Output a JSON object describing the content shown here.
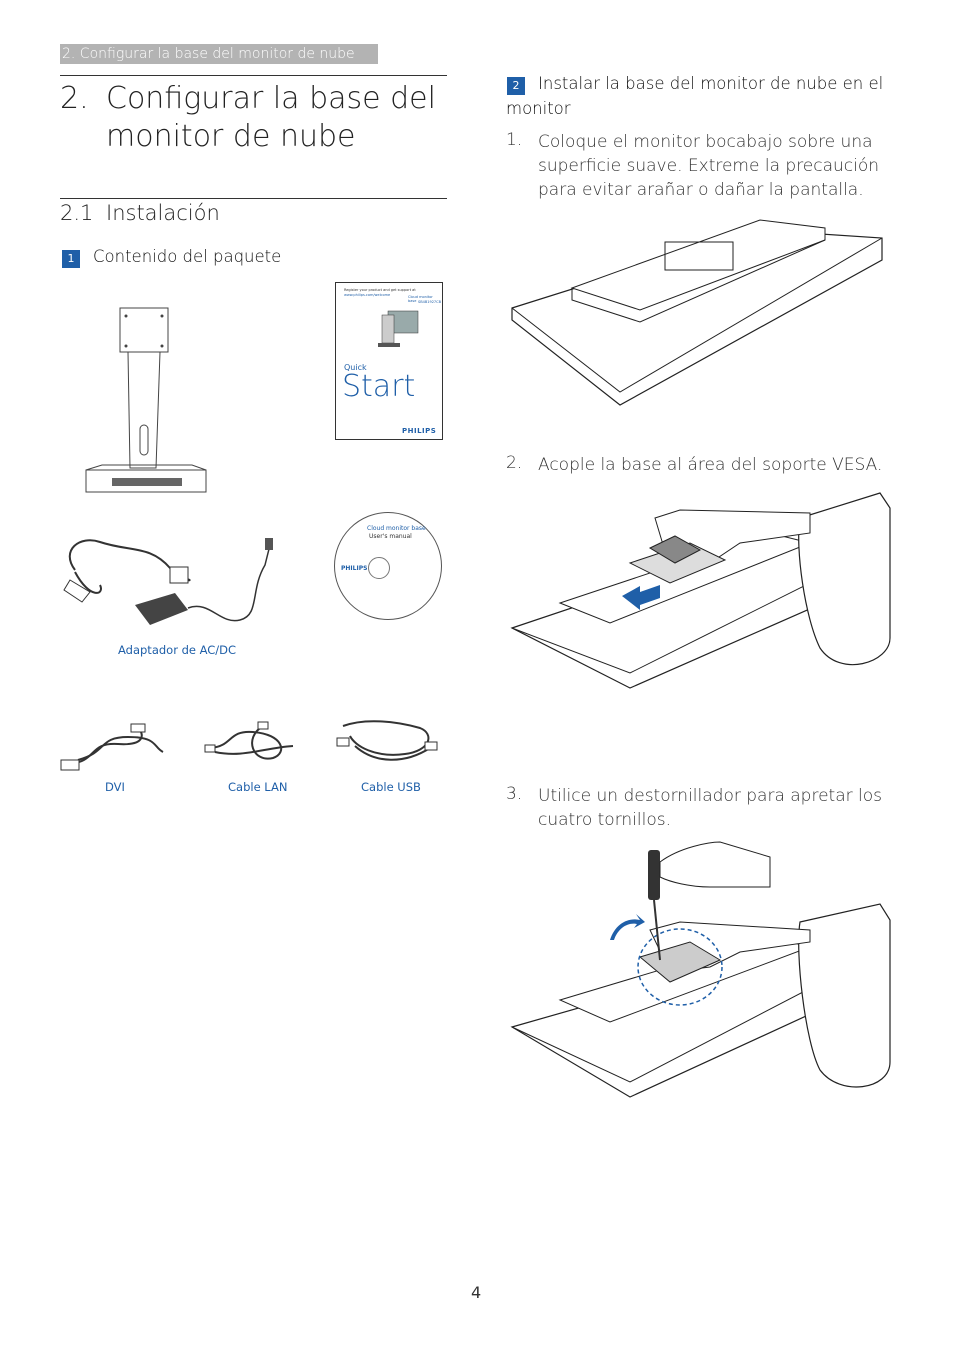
{
  "header": {
    "breadcrumb": "2. Configurar la base del monitor de nube"
  },
  "chapter": {
    "number": "2.",
    "title_line1": "Configurar la base del",
    "title_line2": "monitor de nube"
  },
  "section": {
    "number": "2.1",
    "title": "Instalación"
  },
  "package": {
    "badge": "1",
    "title": "Contenido del paquete",
    "quickstart": {
      "small_line1": "Register your product and get support at",
      "small_line2": "www.philips.com/welcome",
      "product": "Cloud monitor base",
      "model": "SB4B1927CB",
      "quick": "Quick",
      "start": "Start",
      "brand": "PHILIPS"
    },
    "cd": {
      "title": "Cloud monitor base",
      "subtitle": "User's manual",
      "brand": "PHILIPS"
    },
    "captions": {
      "adapter": "Adaptador de  AC/DC",
      "dvi": "DVI",
      "lan": "Cable LAN",
      "usb": "Cable USB"
    }
  },
  "install": {
    "badge": "2",
    "title_line1": "Instalar la base del monitor de nube en el",
    "title_line2": "monitor",
    "steps": [
      {
        "num": "1.",
        "lines": [
          "Coloque el monitor bocabajo sobre una",
          "superficie suave. Extreme la precaución",
          "para evitar arañar o dañar la pantalla."
        ]
      },
      {
        "num": "2.",
        "lines": [
          "Acople la base al área del soporte VESA."
        ]
      },
      {
        "num": "3.",
        "lines": [
          "Utilice un destornillador para apretar los",
          "cuatro tornillos."
        ]
      }
    ]
  },
  "footer": {
    "page": "4"
  },
  "colors": {
    "accent": "#1f5fa8",
    "breadcrumb_bg": "#b3b3b3"
  }
}
